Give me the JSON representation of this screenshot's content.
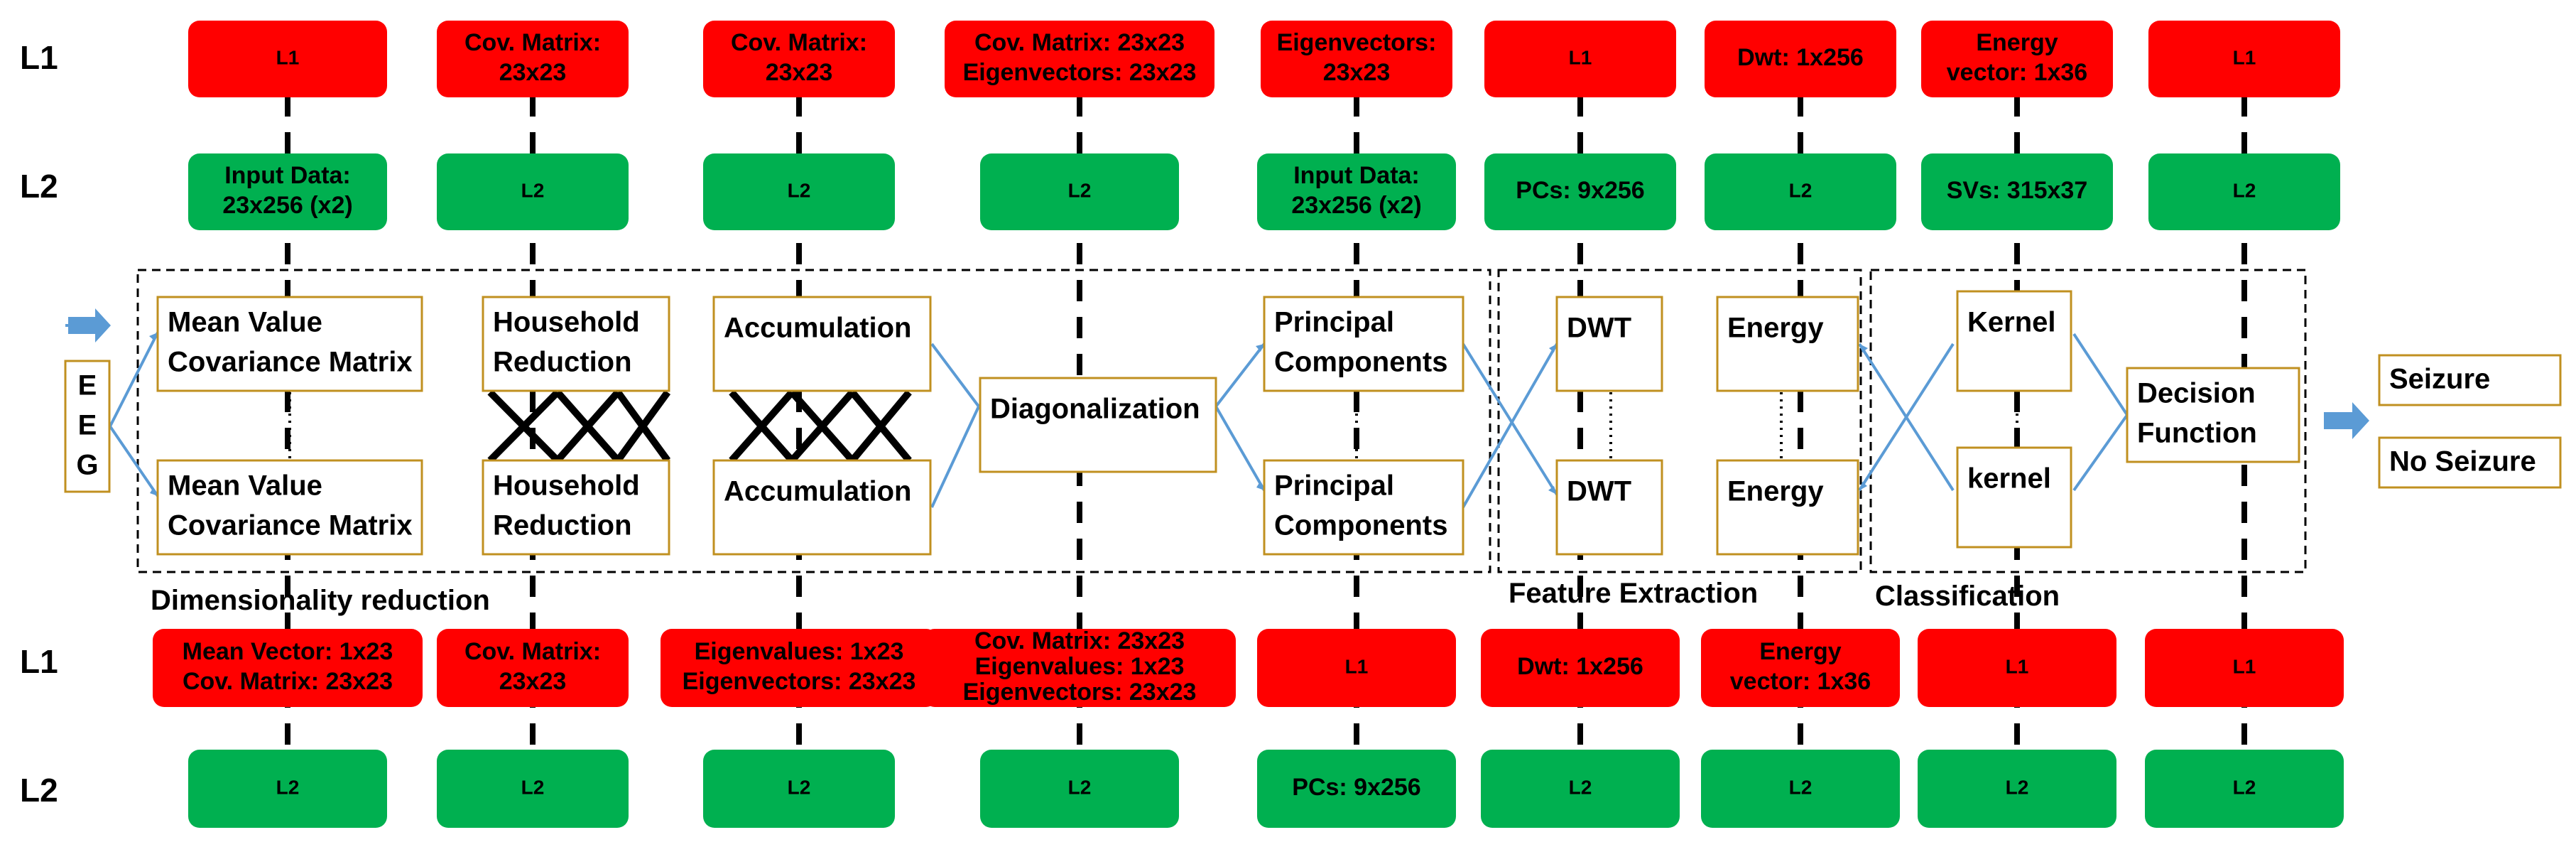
{
  "row_labels": {
    "top_l1": "L1",
    "top_l2": "L2",
    "bot_l1": "L1",
    "bot_l2": "L2"
  },
  "columns": [
    {
      "top_l1": "L1",
      "top_l2": "Input Data:\n23x256 (x2)",
      "bot_l1": "Mean Vector: 1x23\nCov. Matrix: 23x23",
      "bot_l2": "L2"
    },
    {
      "top_l1": "Cov. Matrix:\n23x23",
      "top_l2": "L2",
      "bot_l1": "Cov. Matrix:\n23x23",
      "bot_l2": "L2"
    },
    {
      "top_l1": "Cov. Matrix:\n23x23",
      "top_l2": "L2",
      "bot_l1": "Eigenvalues: 1x23\nEigenvectors: 23x23",
      "bot_l2": "L2"
    },
    {
      "top_l1": "Cov. Matrix: 23x23\nEigenvectors: 23x23",
      "top_l2": "L2",
      "bot_l1": "Cov. Matrix: 23x23\nEigenvalues: 1x23\nEigenvectors: 23x23",
      "bot_l2": "L2"
    },
    {
      "top_l1": "Eigenvectors:\n23x23",
      "top_l2": "Input Data:\n23x256 (x2)",
      "bot_l1": "L1",
      "bot_l2": "PCs: 9x256"
    },
    {
      "top_l1": "L1",
      "top_l2": "PCs: 9x256",
      "bot_l1": "Dwt: 1x256",
      "bot_l2": "L2"
    },
    {
      "top_l1": "Dwt: 1x256",
      "top_l2": "L2",
      "bot_l1": "Energy\nvector: 1x36",
      "bot_l2": "L2"
    },
    {
      "top_l1": "Energy\nvector: 1x36",
      "top_l2": "SVs: 315x37",
      "bot_l1": "L1",
      "bot_l2": "L2"
    },
    {
      "top_l1": "L1",
      "top_l2": "L2",
      "bot_l1": "L1",
      "bot_l2": "L2"
    }
  ],
  "input_label": "E\nE\nG",
  "blocks": {
    "mvcm_top": "Mean Value\nCovariance Matrix",
    "mvcm_bot": "Mean Value\nCovariance Matrix",
    "hh_top": "Household\nReduction",
    "hh_bot": "Household\nReduction",
    "acc_top": "Accumulation",
    "acc_bot": "Accumulation",
    "diag": "Diagonalization",
    "pc_top": "Principal\nComponents",
    "pc_bot": "Principal\nComponents",
    "dwt_top": "DWT",
    "dwt_bot": "DWT",
    "energy_top": "Energy",
    "energy_bot": "Energy",
    "kernel_top": "Kernel",
    "kernel_bot": "kernel",
    "decision": "Decision\nFunction"
  },
  "outputs": {
    "seizure": "Seizure",
    "no_seizure": "No Seizure"
  },
  "sections": {
    "dimred": "Dimensionality reduction",
    "feat": "Feature Extraction",
    "classif": "Classification"
  },
  "colors": {
    "l1": "#ff0000",
    "l2": "#00b050",
    "connector": "#5b9bd5",
    "block_border": "#c09020"
  }
}
